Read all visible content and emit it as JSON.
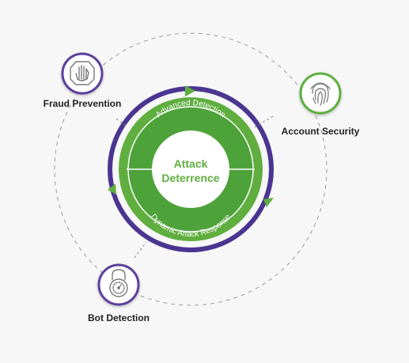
{
  "center": {
    "title_line1": "Attack",
    "title_line2": "Deterrence",
    "top_arc_label": "Advanced Detection",
    "bottom_arc_label": "Dynamic Attack Response"
  },
  "nodes": [
    {
      "label": "Fraud Prevention",
      "icon": "hand-stop-icon",
      "ring_color": "#5b3f9b"
    },
    {
      "label": "Account Security",
      "icon": "fingerprint-icon",
      "ring_color": "#5fae3f"
    },
    {
      "label": "Bot Detection",
      "icon": "padlock-icon",
      "ring_color": "#5b3f9b"
    }
  ],
  "colors": {
    "green": "#5fae3f",
    "purple": "#4b3591",
    "icon_gray": "#7a7a7a"
  }
}
